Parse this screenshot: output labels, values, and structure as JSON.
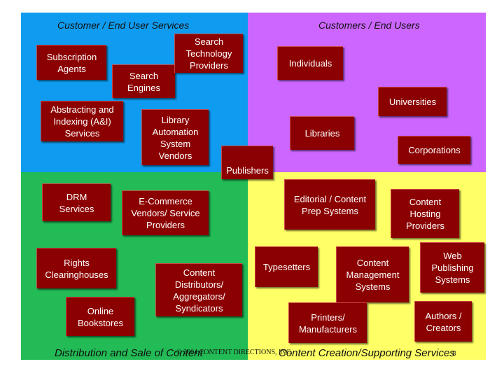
{
  "quadrants": {
    "top_left_title": "Customer / End User Services",
    "top_right_title": "Customers / End Users",
    "bottom_left_title": "Distribution and Sale of Content",
    "bottom_right_title": "Content Creation/Supporting Services"
  },
  "colors": {
    "top_left": "#0f9cf0",
    "top_right": "#cc66ff",
    "bottom_left": "#22bb55",
    "bottom_right": "#ffff66",
    "box_fill": "#8b0000",
    "box_text": "#ffffff"
  },
  "boxes": {
    "subscription_agents": "Subscription\nAgents",
    "search_engines": "Search\nEngines",
    "search_technology_providers": "Search\nTechnology\nProviders",
    "individuals": "Individuals",
    "universities": "Universities",
    "abstracting_indexing": "Abstracting and\nIndexing (A&I)\nServices",
    "library_automation": "Library\nAutomation\nSystem\nVendors",
    "libraries": "Libraries",
    "corporations": "Corporations",
    "publishers": "Publishers",
    "drm_services": "DRM\nServices",
    "ecommerce_vendors": "E-Commerce\nVendors/ Service\nProviders",
    "editorial_systems": "Editorial / Content\nPrep Systems",
    "content_hosting": "Content\nHosting\nProviders",
    "rights_clearinghouses": "Rights\nClearinghouses",
    "content_distributors": "Content\nDistributors/\nAggregators/\nSyndicators",
    "typesetters": "Typesetters",
    "content_management": "Content\nManagement\nSystems",
    "web_publishing": "Web\nPublishing\nSystems",
    "online_bookstores": "Online\nBookstores",
    "printers": "Printers/\nManufacturers",
    "authors": "Authors /\nCreators"
  },
  "footer": {
    "copyright": "© 2004 CONTENT DIRECTIONS, INC.",
    "page_number": "8"
  }
}
